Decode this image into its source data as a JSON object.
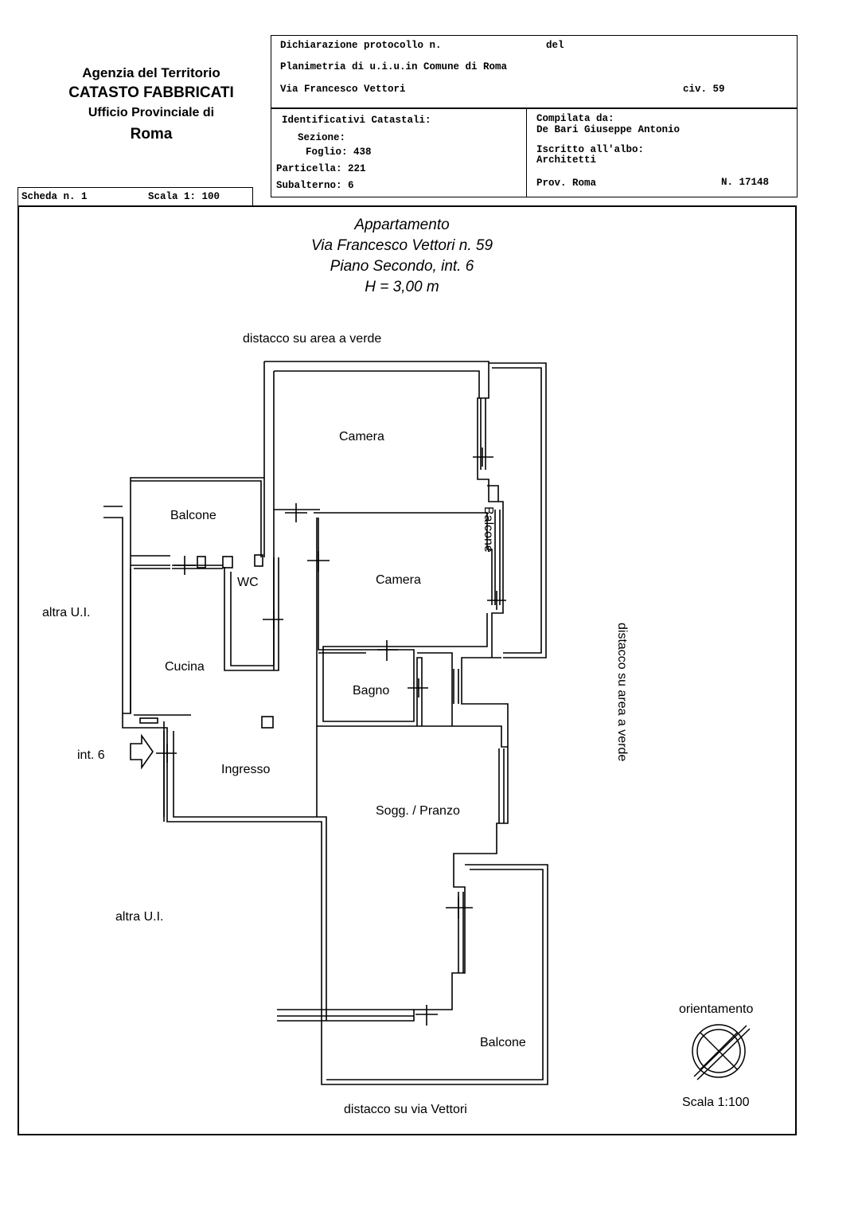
{
  "agency": {
    "line1": "Agenzia del Territorio",
    "line2": "CATASTO FABBRICATI",
    "line3": "Ufficio Provinciale di",
    "line4": "Roma"
  },
  "header": {
    "protocol": "Dichiarazione protocollo n.",
    "del": "del",
    "planimetry": "Planimetria di u.i.u.in Comune di Roma",
    "street": "Via Francesco Vettori",
    "civ": "civ. 59"
  },
  "identifiers": {
    "title": "Identificativi Catastali:",
    "sezione": "Sezione:",
    "foglio": "Foglio: 438",
    "particella": "Particella: 221",
    "subalterno": "Subalterno: 6"
  },
  "compiler": {
    "compiled_by_label": "Compilata da:",
    "name": "De Bari Giuseppe Antonio",
    "registered_label": "Iscritto all'albo:",
    "register": "Architetti",
    "province": "Prov. Roma",
    "number": "N. 17148"
  },
  "sheet": {
    "scheda": "Scheda n. 1",
    "scala": "Scala 1: 100"
  },
  "title": {
    "line1": "Appartamento",
    "line2": "Via Francesco Vettori n. 59",
    "line3": "Piano Secondo, int. 6",
    "line4": "H = 3,00 m"
  },
  "rooms": {
    "camera1": "Camera",
    "camera2": "Camera",
    "balcone_left": "Balcone",
    "balcone_right": "Balcone",
    "balcone_bottom": "Balcone",
    "wc": "WC",
    "cucina": "Cucina",
    "bagno": "Bagno",
    "ingresso": "Ingresso",
    "soggiorno": "Sogg. / Pranzo"
  },
  "surroundings": {
    "top": "distacco su area a verde",
    "right": "distacco su area a verde",
    "bottom": "distacco su via Vettori",
    "left_upper": "altra U.I.",
    "left_lower": "altra U.I.",
    "entrance": "int. 6"
  },
  "legend": {
    "orientation": "orientamento",
    "scale": "Scala 1:100"
  }
}
